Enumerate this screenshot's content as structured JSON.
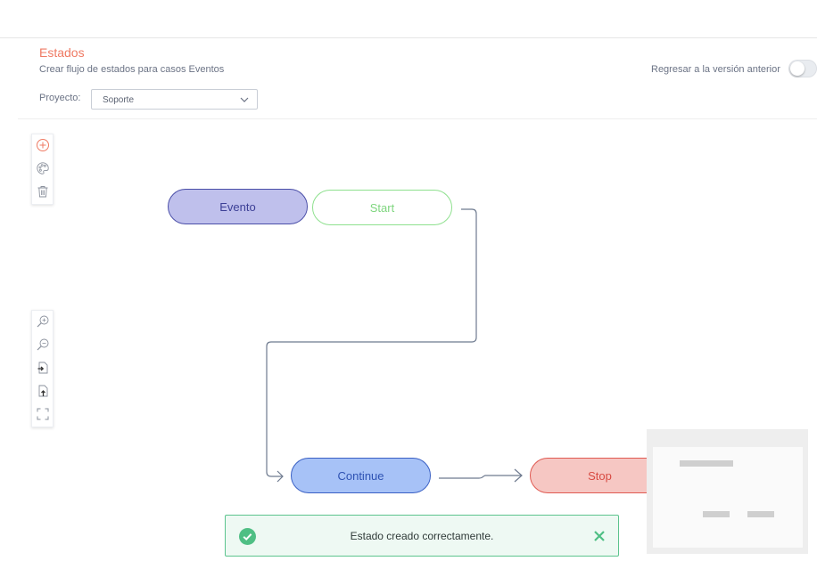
{
  "header": {
    "title": "Estados",
    "subtitle": "Crear flujo de estados para casos Eventos",
    "toggle_label": "Regresar a la versión anterior",
    "toggle_on": false
  },
  "project": {
    "label": "Proyecto:",
    "selected": "Soporte"
  },
  "tools_top": [
    {
      "icon": "add-circle-icon"
    },
    {
      "icon": "palette-icon"
    },
    {
      "icon": "trash-icon"
    }
  ],
  "tools_bottom": [
    {
      "icon": "zoom-in-icon"
    },
    {
      "icon": "zoom-out-icon"
    },
    {
      "icon": "import-icon"
    },
    {
      "icon": "export-icon"
    },
    {
      "icon": "fullscreen-icon"
    }
  ],
  "nodes": {
    "evento": "Evento",
    "start": "Start",
    "continue": "Continue",
    "stop": "Stop"
  },
  "colors": {
    "accent": "#ef7a63",
    "edge": "#6e7a8f",
    "success": "#5cc48e"
  },
  "toast": {
    "message": "Estado creado correctamente."
  }
}
